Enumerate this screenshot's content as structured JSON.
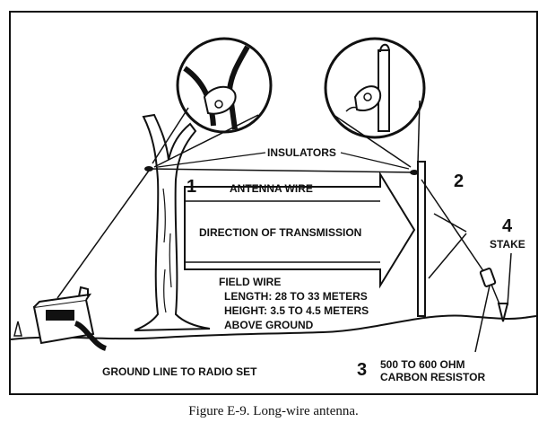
{
  "labels": {
    "insulators": "INSULATORS",
    "antenna_wire": "ANTENNA WIRE",
    "direction": "DIRECTION OF TRANSMISSION",
    "field_wire": "FIELD WIRE",
    "length": "LENGTH: 28 TO 33 METERS",
    "height": "HEIGHT:  3.5 TO 4.5 METERS",
    "above_ground": "ABOVE GROUND",
    "stake": "STAKE",
    "resistor_1": "500 TO  600 OHM",
    "resistor_2": "CARBON RESISTOR",
    "ground_line": "GROUND LINE TO RADIO SET"
  },
  "callouts": {
    "one": "1",
    "two": "2",
    "three": "3",
    "four": "4"
  },
  "caption": "Figure E-9. Long-wire antenna."
}
